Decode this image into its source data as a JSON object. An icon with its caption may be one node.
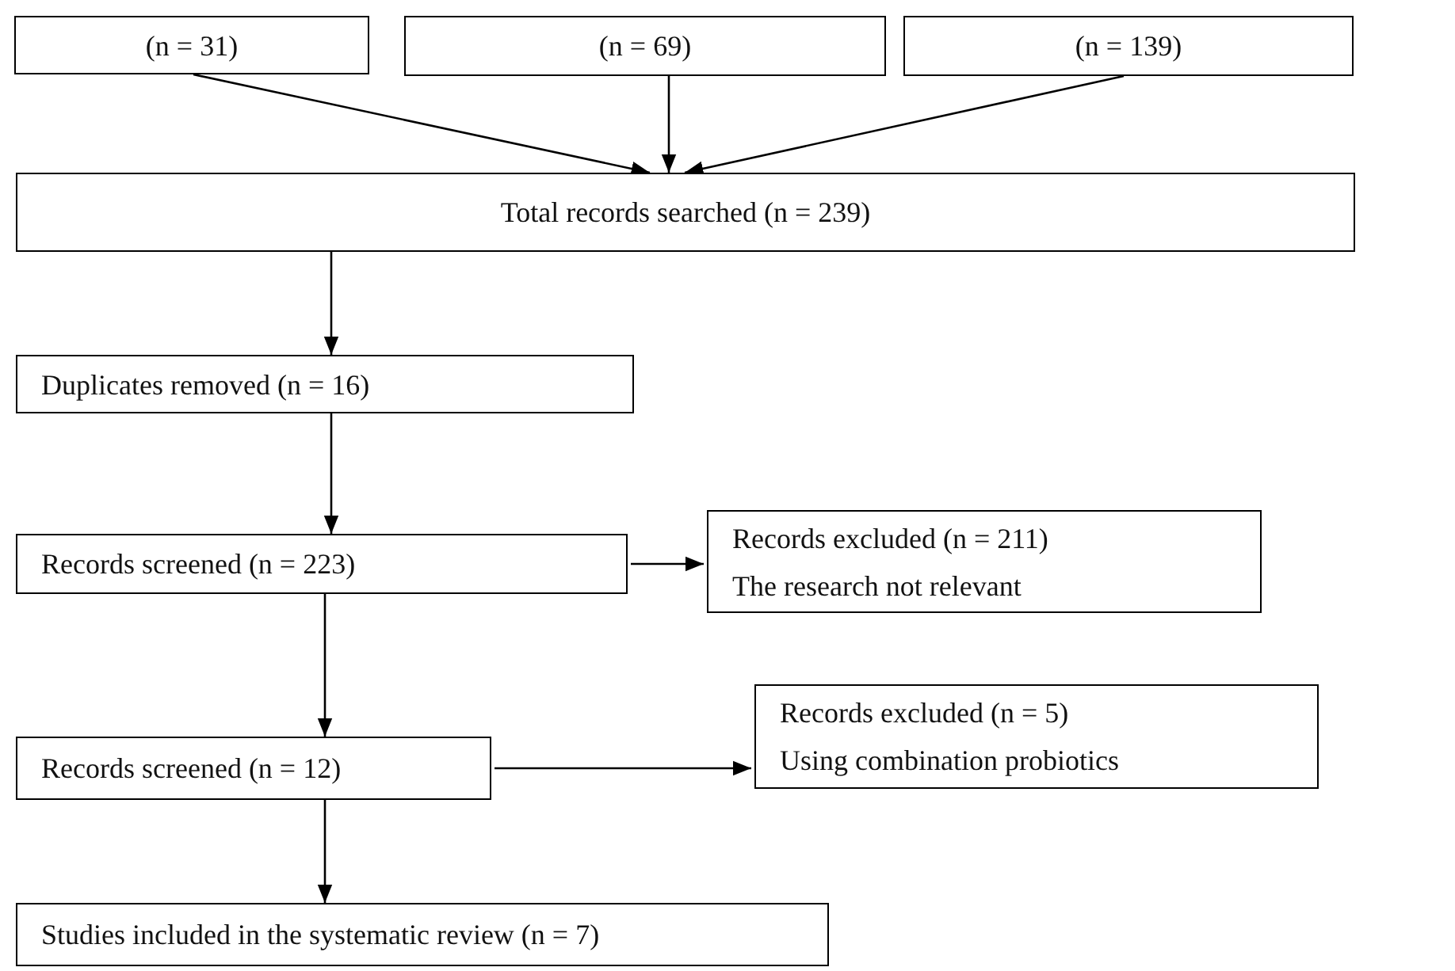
{
  "diagram": {
    "nodes": [
      {
        "text": [
          "(n = 31)"
        ]
      },
      {
        "text": [
          "(n = 69)"
        ]
      },
      {
        "text": [
          "(n = 139)"
        ]
      },
      {
        "text": [
          "Total records searched (n = 239)"
        ]
      },
      {
        "text": [
          "Duplicates removed (n = 16)"
        ]
      },
      {
        "text": [
          "Records screened (n = 223)"
        ]
      },
      {
        "text": [
          "Records excluded (n = 211)",
          "The research not relevant"
        ]
      },
      {
        "text": [
          "Records screened (n = 12)"
        ]
      },
      {
        "text": [
          "Records excluded (n = 5)",
          "Using combination probiotics"
        ]
      },
      {
        "text": [
          "Studies included in the systematic review (n = 7)"
        ]
      }
    ],
    "edges": [
      {
        "from": 0,
        "to": 3,
        "arrow": "to"
      },
      {
        "from": 1,
        "to": 3,
        "arrow": "to"
      },
      {
        "from": 2,
        "to": 3,
        "arrow": "to"
      },
      {
        "from": 3,
        "to": 4,
        "arrow": "to"
      },
      {
        "from": 4,
        "to": 5,
        "arrow": "to"
      },
      {
        "from": 5,
        "to": 6,
        "arrow": "to"
      },
      {
        "from": 5,
        "to": 7,
        "arrow": "to"
      },
      {
        "from": 7,
        "to": 8,
        "arrow": "to"
      },
      {
        "from": 7,
        "to": 9,
        "arrow": "to"
      }
    ]
  }
}
